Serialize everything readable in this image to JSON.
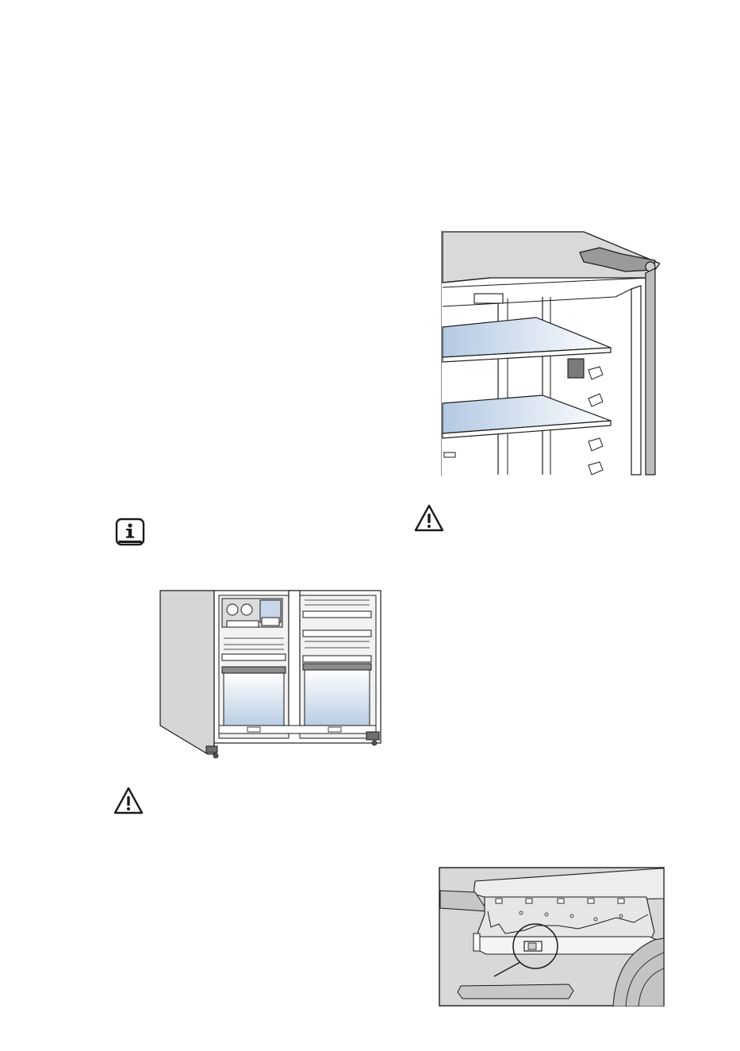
{
  "page": {
    "background": "#ffffff",
    "line_color": "#1a1a1a",
    "glass_tint": "#b9cde4"
  },
  "icons": {
    "info": "info-icon",
    "warning_right": "warning-triangle-icon",
    "warning_left": "warning-triangle-icon"
  },
  "figures": {
    "shelves_illustration": "fridge-interior-shelves",
    "fridge_open_illustration": "side-by-side-fridge-open",
    "ceiling_detail_illustration": "fridge-ceiling-detail"
  }
}
